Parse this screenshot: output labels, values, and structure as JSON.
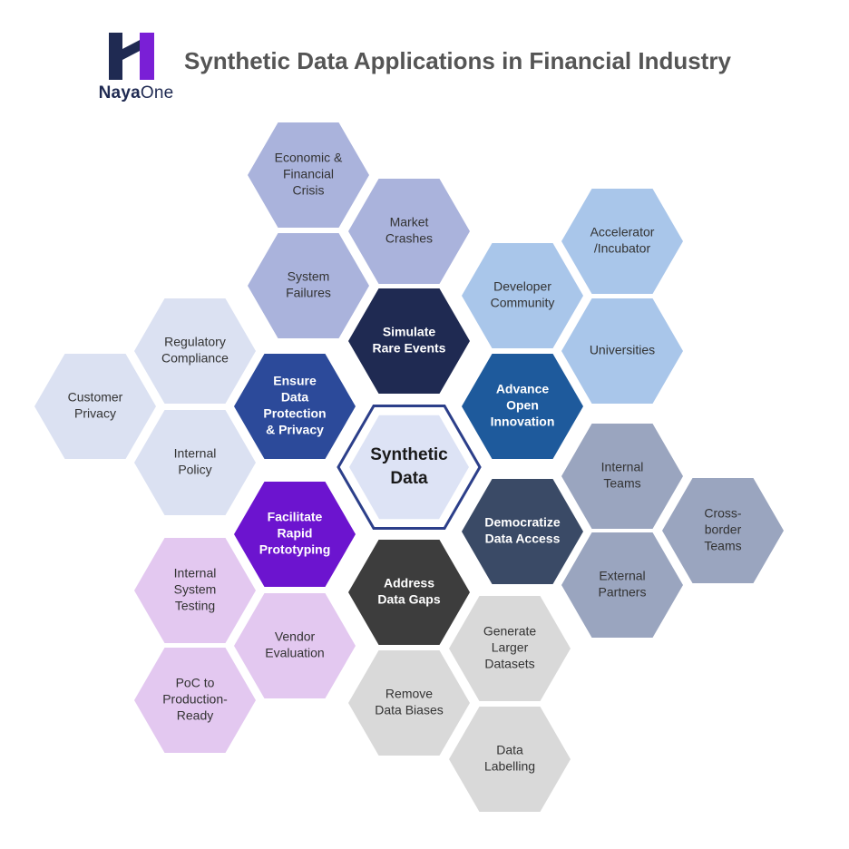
{
  "header": {
    "logo_brand_bold": "Naya",
    "logo_brand_regular": "One",
    "title": "Synthetic Data Applications in Financial Industry"
  },
  "colors": {
    "accent_purple": "#7a1fd6",
    "navy": "#1f2a52",
    "title_gray": "#555555"
  },
  "center": {
    "lines": [
      "Synthetic",
      "Data"
    ]
  },
  "hexagons": [
    {
      "id": "economic-financial-crisis",
      "lines": [
        "Economic &",
        "Financial",
        "Crisis"
      ],
      "fill": "#aab3dc",
      "text": "#333333",
      "bold": false
    },
    {
      "id": "market-crashes",
      "lines": [
        "Market",
        "Crashes"
      ],
      "fill": "#aab3dc",
      "text": "#333333",
      "bold": false
    },
    {
      "id": "system-failures",
      "lines": [
        "System",
        "Failures"
      ],
      "fill": "#aab3dc",
      "text": "#333333",
      "bold": false
    },
    {
      "id": "simulate-rare-events",
      "lines": [
        "Simulate",
        "Rare Events"
      ],
      "fill": "#1f2a52",
      "text": "#ffffff",
      "bold": true
    },
    {
      "id": "developer-community",
      "lines": [
        "Developer",
        "Community"
      ],
      "fill": "#a9c6ea",
      "text": "#333333",
      "bold": false
    },
    {
      "id": "accelerator-incubator",
      "lines": [
        "Accelerator",
        "/Incubator"
      ],
      "fill": "#a9c6ea",
      "text": "#333333",
      "bold": false
    },
    {
      "id": "universities",
      "lines": [
        "Universities"
      ],
      "fill": "#a9c6ea",
      "text": "#333333",
      "bold": false
    },
    {
      "id": "advance-open-innovation",
      "lines": [
        "Advance",
        "Open",
        "Innovation"
      ],
      "fill": "#1e5a9c",
      "text": "#ffffff",
      "bold": true
    },
    {
      "id": "regulatory-compliance",
      "lines": [
        "Regulatory",
        "Compliance"
      ],
      "fill": "#dbe1f2",
      "text": "#333333",
      "bold": false
    },
    {
      "id": "customer-privacy",
      "lines": [
        "Customer",
        "Privacy"
      ],
      "fill": "#dbe1f2",
      "text": "#333333",
      "bold": false
    },
    {
      "id": "internal-policy",
      "lines": [
        "Internal",
        "Policy"
      ],
      "fill": "#dbe1f2",
      "text": "#333333",
      "bold": false
    },
    {
      "id": "ensure-data-protection",
      "lines": [
        "Ensure",
        "Data",
        "Protection",
        "& Privacy"
      ],
      "fill": "#2c4a9a",
      "text": "#ffffff",
      "bold": true
    },
    {
      "id": "internal-teams",
      "lines": [
        "Internal",
        "Teams"
      ],
      "fill": "#9aa5bf",
      "text": "#333333",
      "bold": false
    },
    {
      "id": "cross-border-teams",
      "lines": [
        "Cross-",
        "border",
        "Teams"
      ],
      "fill": "#9aa5bf",
      "text": "#333333",
      "bold": false
    },
    {
      "id": "external-partners",
      "lines": [
        "External",
        "Partners"
      ],
      "fill": "#9aa5bf",
      "text": "#333333",
      "bold": false
    },
    {
      "id": "democratize-data-access",
      "lines": [
        "Democratize",
        "Data Access"
      ],
      "fill": "#3a4a66",
      "text": "#ffffff",
      "bold": true
    },
    {
      "id": "facilitate-rapid-prototyping",
      "lines": [
        "Facilitate",
        "Rapid",
        "Prototyping"
      ],
      "fill": "#6c14cf",
      "text": "#ffffff",
      "bold": true
    },
    {
      "id": "internal-system-testing",
      "lines": [
        "Internal",
        "System",
        "Testing"
      ],
      "fill": "#e3c8f0",
      "text": "#333333",
      "bold": false
    },
    {
      "id": "vendor-evaluation",
      "lines": [
        "Vendor",
        "Evaluation"
      ],
      "fill": "#e3c8f0",
      "text": "#333333",
      "bold": false
    },
    {
      "id": "poc-to-production-ready",
      "lines": [
        "PoC to",
        "Production-",
        "Ready"
      ],
      "fill": "#e3c8f0",
      "text": "#333333",
      "bold": false
    },
    {
      "id": "address-data-gaps",
      "lines": [
        "Address",
        "Data Gaps"
      ],
      "fill": "#3d3d3d",
      "text": "#ffffff",
      "bold": true
    },
    {
      "id": "generate-larger-datasets",
      "lines": [
        "Generate",
        "Larger",
        "Datasets"
      ],
      "fill": "#d9d9d9",
      "text": "#333333",
      "bold": false
    },
    {
      "id": "remove-data-biases",
      "lines": [
        "Remove",
        "Data Biases"
      ],
      "fill": "#d9d9d9",
      "text": "#333333",
      "bold": false
    },
    {
      "id": "data-labelling",
      "lines": [
        "Data",
        "Labelling"
      ],
      "fill": "#d9d9d9",
      "text": "#333333",
      "bold": false
    }
  ]
}
